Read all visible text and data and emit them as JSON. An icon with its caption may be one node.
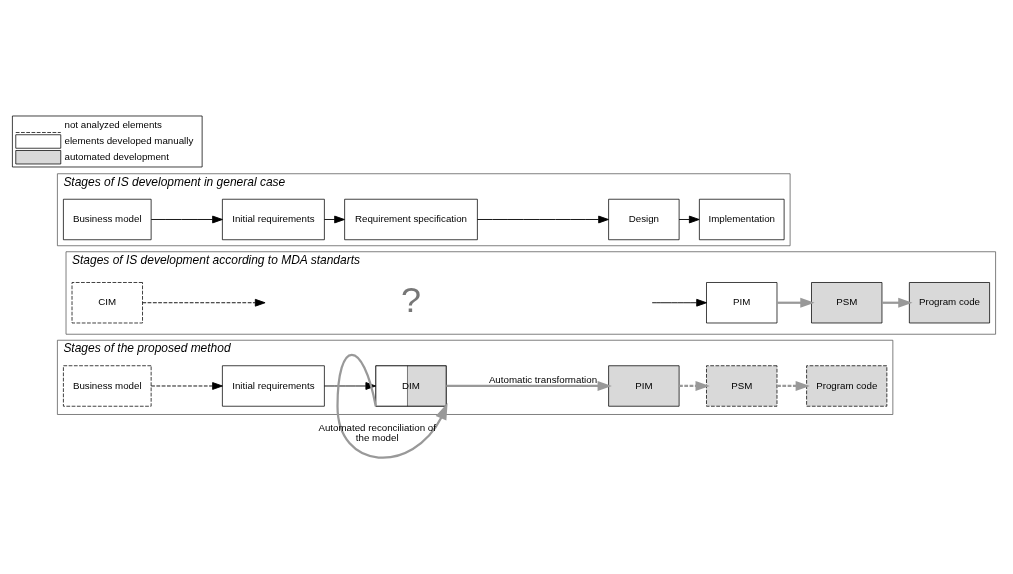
{
  "diagram": {
    "nodes": [
      {
        "text": [
          "Stages of IS development in general case"
        ]
      },
      {
        "text": [
          "Business model"
        ],
        "in": 0
      },
      {
        "text": [
          "Initial requirements"
        ],
        "in": 0
      },
      {
        "text": [
          "Requirement specification"
        ],
        "in": 0
      },
      {
        "text": [
          "Design"
        ],
        "in": 0
      },
      {
        "text": [
          "Implementation"
        ],
        "in": 0
      },
      {
        "text": [
          "Stages of IS development according to MDA standarts"
        ]
      },
      {
        "text": [
          "CIM"
        ],
        "in": 6
      },
      {
        "text": [
          "PIM"
        ],
        "in": 6
      },
      {
        "text": [
          "PSM"
        ],
        "in": 6
      },
      {
        "text": [
          "Program code"
        ],
        "in": 6
      },
      {
        "text": [
          "Stages of the proposed method"
        ]
      },
      {
        "text": [
          "Business model"
        ],
        "in": 11
      },
      {
        "text": [
          "Initial requirements"
        ],
        "in": 11
      },
      {
        "text": [
          "DIM"
        ],
        "in": 11
      },
      {
        "text": [
          "PIM"
        ],
        "in": 11
      },
      {
        "text": [
          "PSM"
        ],
        "in": 11
      },
      {
        "text": [
          "Program code"
        ],
        "in": 11
      }
    ],
    "edges": [
      {
        "from": 1,
        "to": 2,
        "arrow": "to"
      },
      {
        "from": 2,
        "to": 3,
        "arrow": "to"
      },
      {
        "from": 3,
        "to": 4,
        "arrow": "to"
      },
      {
        "from": 4,
        "to": 5,
        "arrow": "to"
      },
      {
        "from": 7,
        "to": null,
        "arrow": "to",
        "style": "dashed"
      },
      {
        "from": null,
        "to": 8,
        "arrow": "to"
      },
      {
        "from": 8,
        "to": 9,
        "arrow": "to",
        "color": "#999999"
      },
      {
        "from": 9,
        "to": 10,
        "arrow": "to",
        "color": "#999999"
      },
      {
        "from": 12,
        "to": 13,
        "arrow": "to",
        "style": "dashed"
      },
      {
        "from": 13,
        "to": 14,
        "arrow": "to"
      },
      {
        "from": 14,
        "to": 15,
        "arrow": "to",
        "color": "#999999",
        "label": "Automatic transformation"
      },
      {
        "from": 14,
        "to": 14,
        "arrow": "to",
        "color": "#999999",
        "label": "Automated reconciliation of the model"
      },
      {
        "from": 15,
        "to": 16,
        "arrow": "to",
        "style": "dashed",
        "color": "#999999"
      },
      {
        "from": 16,
        "to": 17,
        "arrow": "to",
        "style": "dashed",
        "color": "#999999"
      }
    ],
    "labels": [
      "?"
    ],
    "legend": [
      {
        "text": "not analyzed elements"
      },
      {
        "text": "elements developed manually",
        "color": "#ffffff"
      },
      {
        "text": "automated development",
        "color": "#d9d9d9"
      }
    ]
  }
}
